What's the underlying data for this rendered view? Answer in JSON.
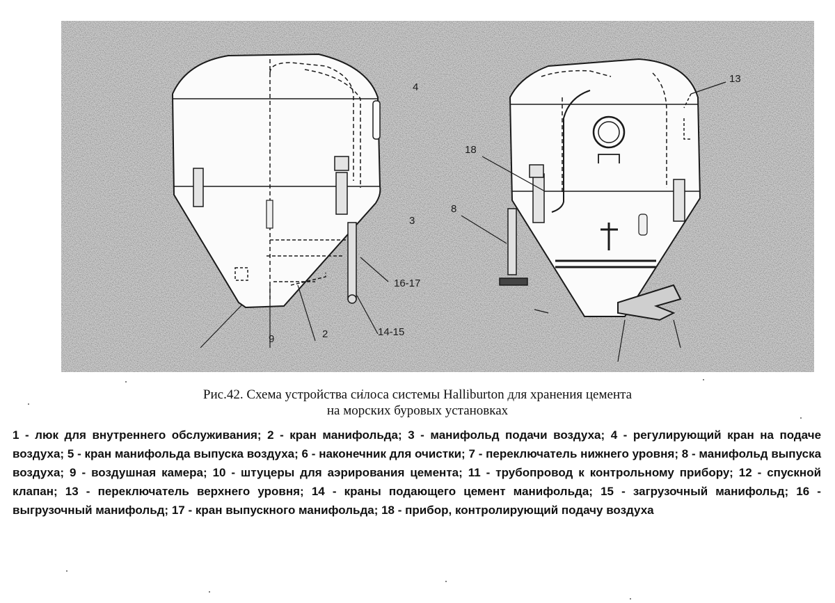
{
  "caption": {
    "line1": "Рис.42. Схема устройства силоса системы Halliburton для хранения цемента",
    "line2": "на морских буровых установках"
  },
  "legend": [
    {
      "num": "1",
      "text": "люк для внутреннего обслуживания;"
    },
    {
      "num": "2",
      "text": "кран манифольда;"
    },
    {
      "num": "3",
      "text": "манифольд подачи воздуха;"
    },
    {
      "num": "4",
      "text": "регулирующий кран на подаче воздуха;"
    },
    {
      "num": "5",
      "text": "кран манифольда выпуска воздуха;"
    },
    {
      "num": "6",
      "text": "наконечник для очистки;"
    },
    {
      "num": "7",
      "text": "переключатель нижнего уровня;"
    },
    {
      "num": "8",
      "text": "манифольд выпуска воздуха;"
    },
    {
      "num": "9",
      "text": "воздушная камера;"
    },
    {
      "num": "10",
      "text": "штуцеры для аэрирования цемента;"
    },
    {
      "num": "11",
      "text": "трубопровод к контрольному прибору;"
    },
    {
      "num": "12",
      "text": "спускной клапан;"
    },
    {
      "num": "13",
      "text": "переключатель верхнего уровня;"
    },
    {
      "num": "14",
      "text": "краны подающего цемент манифольда;"
    },
    {
      "num": "15",
      "text": "загрузочный манифольд;"
    },
    {
      "num": "16",
      "text": "выгрузочный манифольд;"
    },
    {
      "num": "17",
      "text": "кран выпускного манифольда;"
    },
    {
      "num": "18",
      "text": "прибор, контролирующий подачу воздуха"
    }
  ],
  "figure_labels": {
    "l4": "4",
    "l13": "13",
    "l18": "18",
    "l3": "3",
    "l8": "8",
    "l16_17": "16-17",
    "l14_15": "14-15",
    "l9": "9",
    "l2": "2"
  },
  "colors": {
    "background": "#ffffff",
    "noise": "#6e6e6e",
    "silo_fill": "#fbfbfb",
    "ink": "#1a1a1a"
  }
}
